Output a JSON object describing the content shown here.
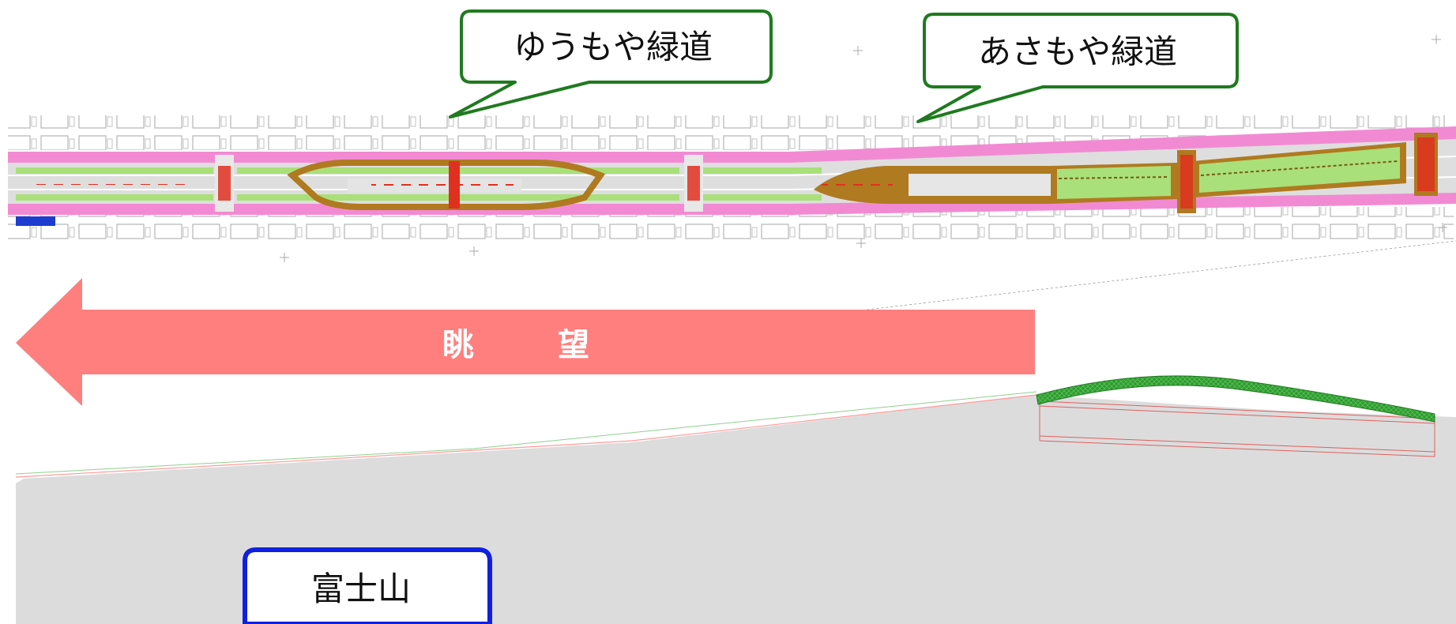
{
  "callouts": {
    "yumoya": "ゆうもや緑道",
    "asamoya": "あさもや緑道",
    "fuji": "富士山"
  },
  "view_arrow": {
    "label_left": "眺",
    "label_right": "望"
  },
  "colors": {
    "green_border": "#1f7a1f",
    "blue_border": "#1020e0",
    "arrow_fill": "#ff7f7f",
    "sidewalk_pink": "#f28ad3",
    "greenway_green": "#a9e07a",
    "greenway_brown": "#b07a20",
    "ground_gray": "#dcdcdc",
    "crossing_red": "#e03020",
    "profile_green": "#3aa63a"
  },
  "icons": [
    "speech-bubble-callout",
    "left-arrow",
    "mountain-profile"
  ]
}
